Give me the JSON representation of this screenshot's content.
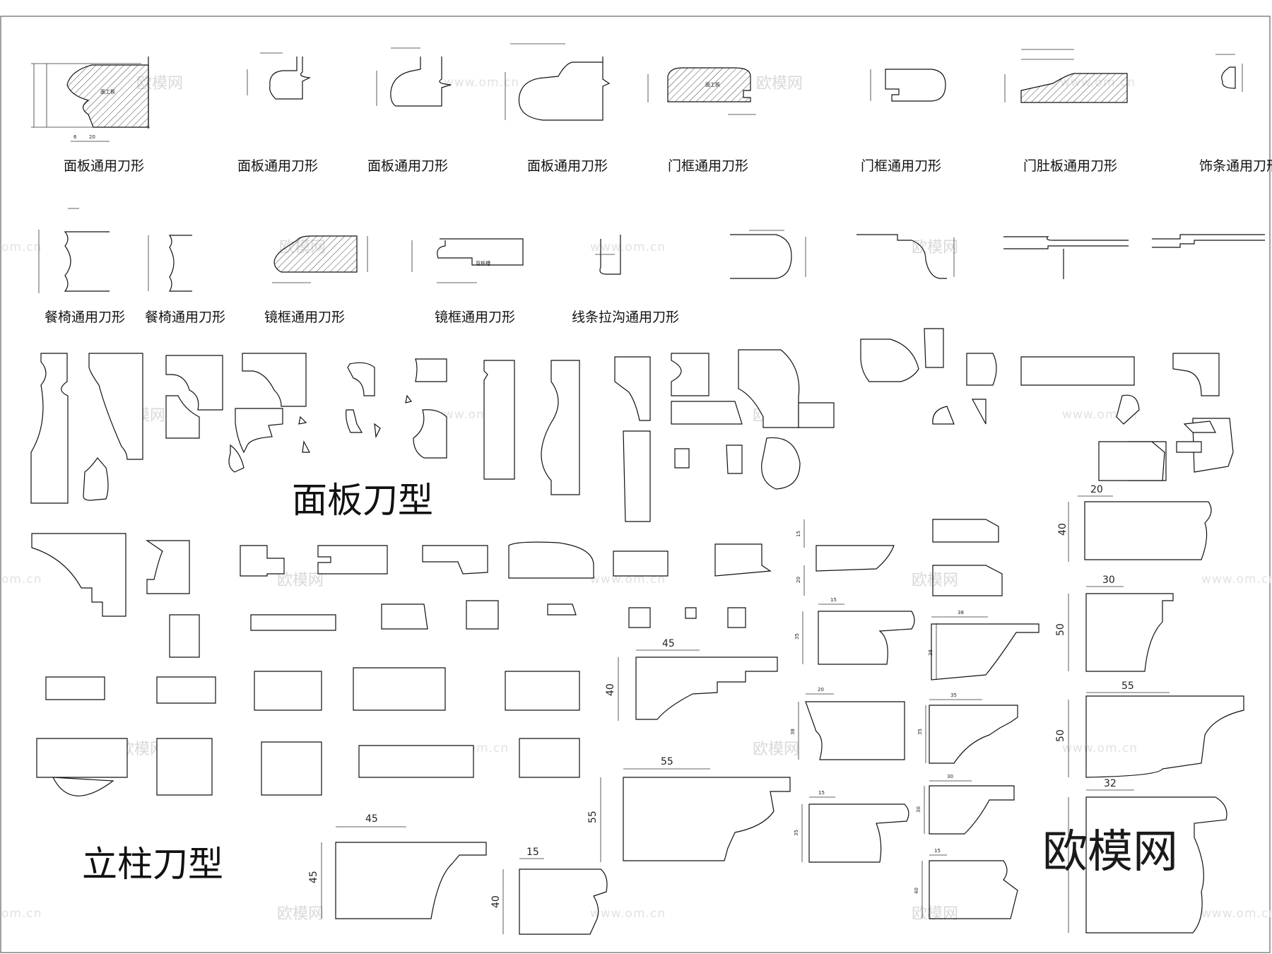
{
  "row1_labels": [
    "面板通用刀形",
    "面板通用刀形",
    "面板通用刀形",
    "面板通用刀形",
    "门框通用刀形",
    "门框通用刀形",
    "门肚板通用刀形",
    "饰条通用刀形"
  ],
  "row2_labels": [
    "餐椅通用刀形",
    "餐椅通用刀形",
    "镜框通用刀形",
    "镜框通用刀形",
    "线条拉沟通用刀形"
  ],
  "inline_notes": {
    "hatch_tag_1": "面工板",
    "hatch_tag_2": "面工板",
    "back_groove": "背板槽"
  },
  "section_titles": {
    "panel": "面板刀型",
    "column": "立柱刀型"
  },
  "dimensions": {
    "d20": "20",
    "d40a": "40",
    "d30": "30",
    "d50a": "50",
    "d55a": "55",
    "d50b": "50",
    "d32": "32",
    "d45a": "45",
    "d40b": "40",
    "d55b": "55",
    "d55c": "55",
    "d45b": "45",
    "d45c": "45",
    "d15": "15",
    "d40c": "40",
    "s15a": "15",
    "s35a": "35",
    "s38a": "38",
    "s38b": "38",
    "s15b": "15",
    "s20a": "20",
    "s20b": "20",
    "s38c": "38",
    "s35b": "35",
    "s35c": "35",
    "s15c": "15",
    "s35d": "35",
    "s30a": "30",
    "s30b": "30",
    "s15d": "15",
    "s40": "40"
  },
  "watermarks": {
    "brand": "欧模网",
    "url": "www.om.cn",
    "edge": "om.cn"
  },
  "logo_text": "欧模网"
}
